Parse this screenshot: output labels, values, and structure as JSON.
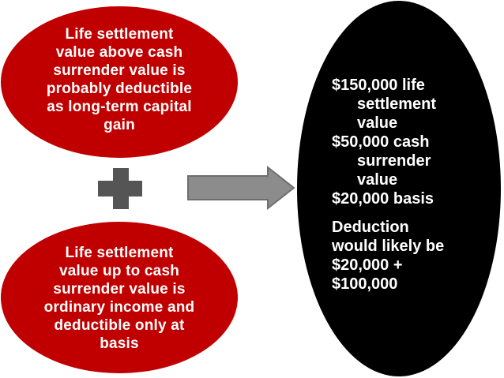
{
  "colors": {
    "red_ellipse": "#c00000",
    "black_ellipse": "#000000",
    "plus": "#555555",
    "arrow_fill": "#8c8c8c",
    "arrow_stroke": "#6e6e6e",
    "text": "#ffffff"
  },
  "top_ellipse": {
    "lines": [
      "Life settlement",
      "value above cash",
      "surrender value is",
      "probably deductible",
      "as long-term capital",
      "gain"
    ]
  },
  "bottom_ellipse": {
    "lines": [
      "Life settlement",
      "value up to cash",
      "surrender value is",
      "ordinary income and",
      "deductible only at",
      "basis"
    ]
  },
  "operator_icon": "plus-icon",
  "connector_icon": "right-arrow-icon",
  "result_ellipse": {
    "items": [
      {
        "first": "$150,000 life",
        "cont": [
          "settlement",
          "value"
        ]
      },
      {
        "first": "$50,000 cash",
        "cont": [
          "surrender",
          "value"
        ]
      },
      {
        "first": "$20,000 basis",
        "cont": []
      }
    ],
    "deduction_lines": [
      "Deduction",
      "would likely be",
      "$20,000 +",
      "$100,000"
    ]
  }
}
